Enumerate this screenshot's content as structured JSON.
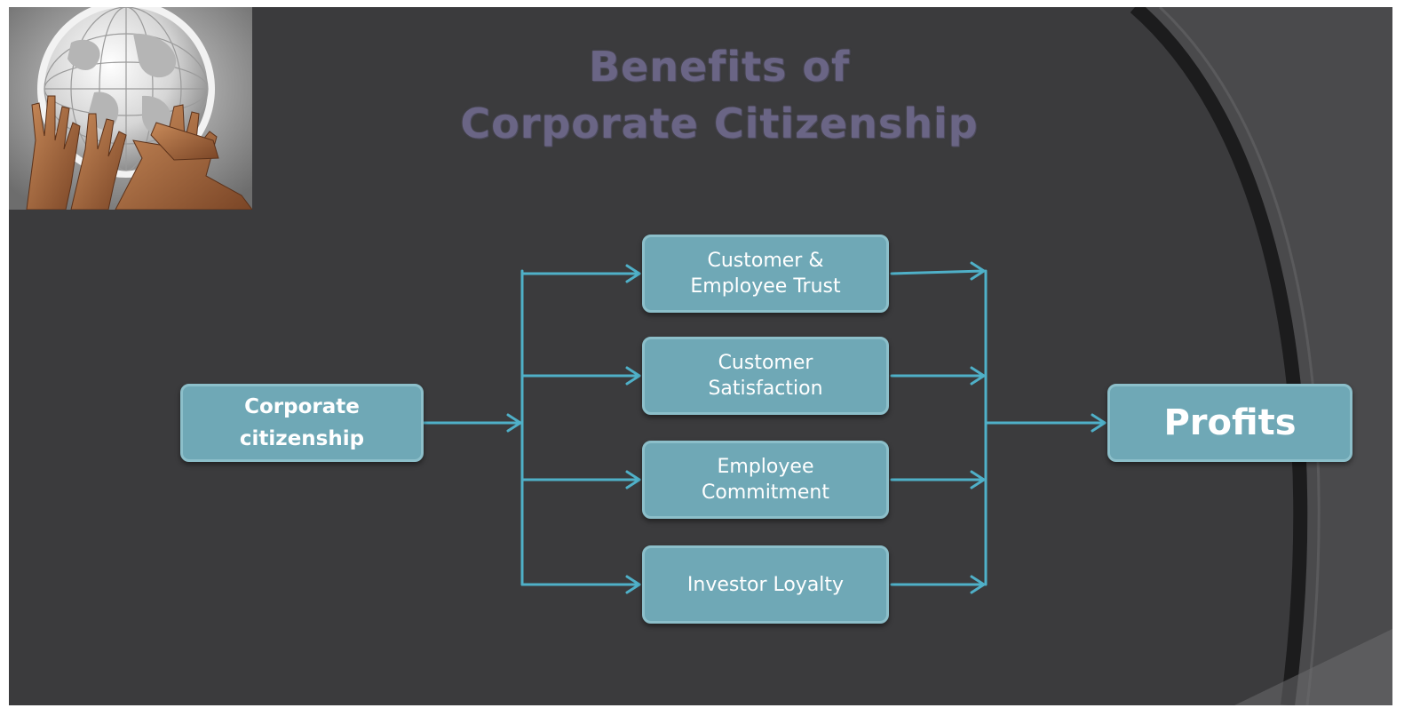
{
  "title": {
    "line1": "Benefits of",
    "line2": "Corporate Citizenship"
  },
  "image": {
    "icon": "globe-with-hands-icon"
  },
  "diagram": {
    "source": "Corporate\ncitizenship",
    "benefits": [
      "Customer &\nEmployee Trust",
      "Customer\nSatisfaction",
      "Employee\nCommitment",
      "Investor Loyalty"
    ],
    "target": "Profits"
  },
  "colors": {
    "background": "#3b3b3d",
    "title": "#6a6585",
    "box_fill": "#6fa8b6",
    "box_border": "#8cbfca",
    "arrow": "#4fb0c8",
    "box_text": "#ffffff"
  }
}
